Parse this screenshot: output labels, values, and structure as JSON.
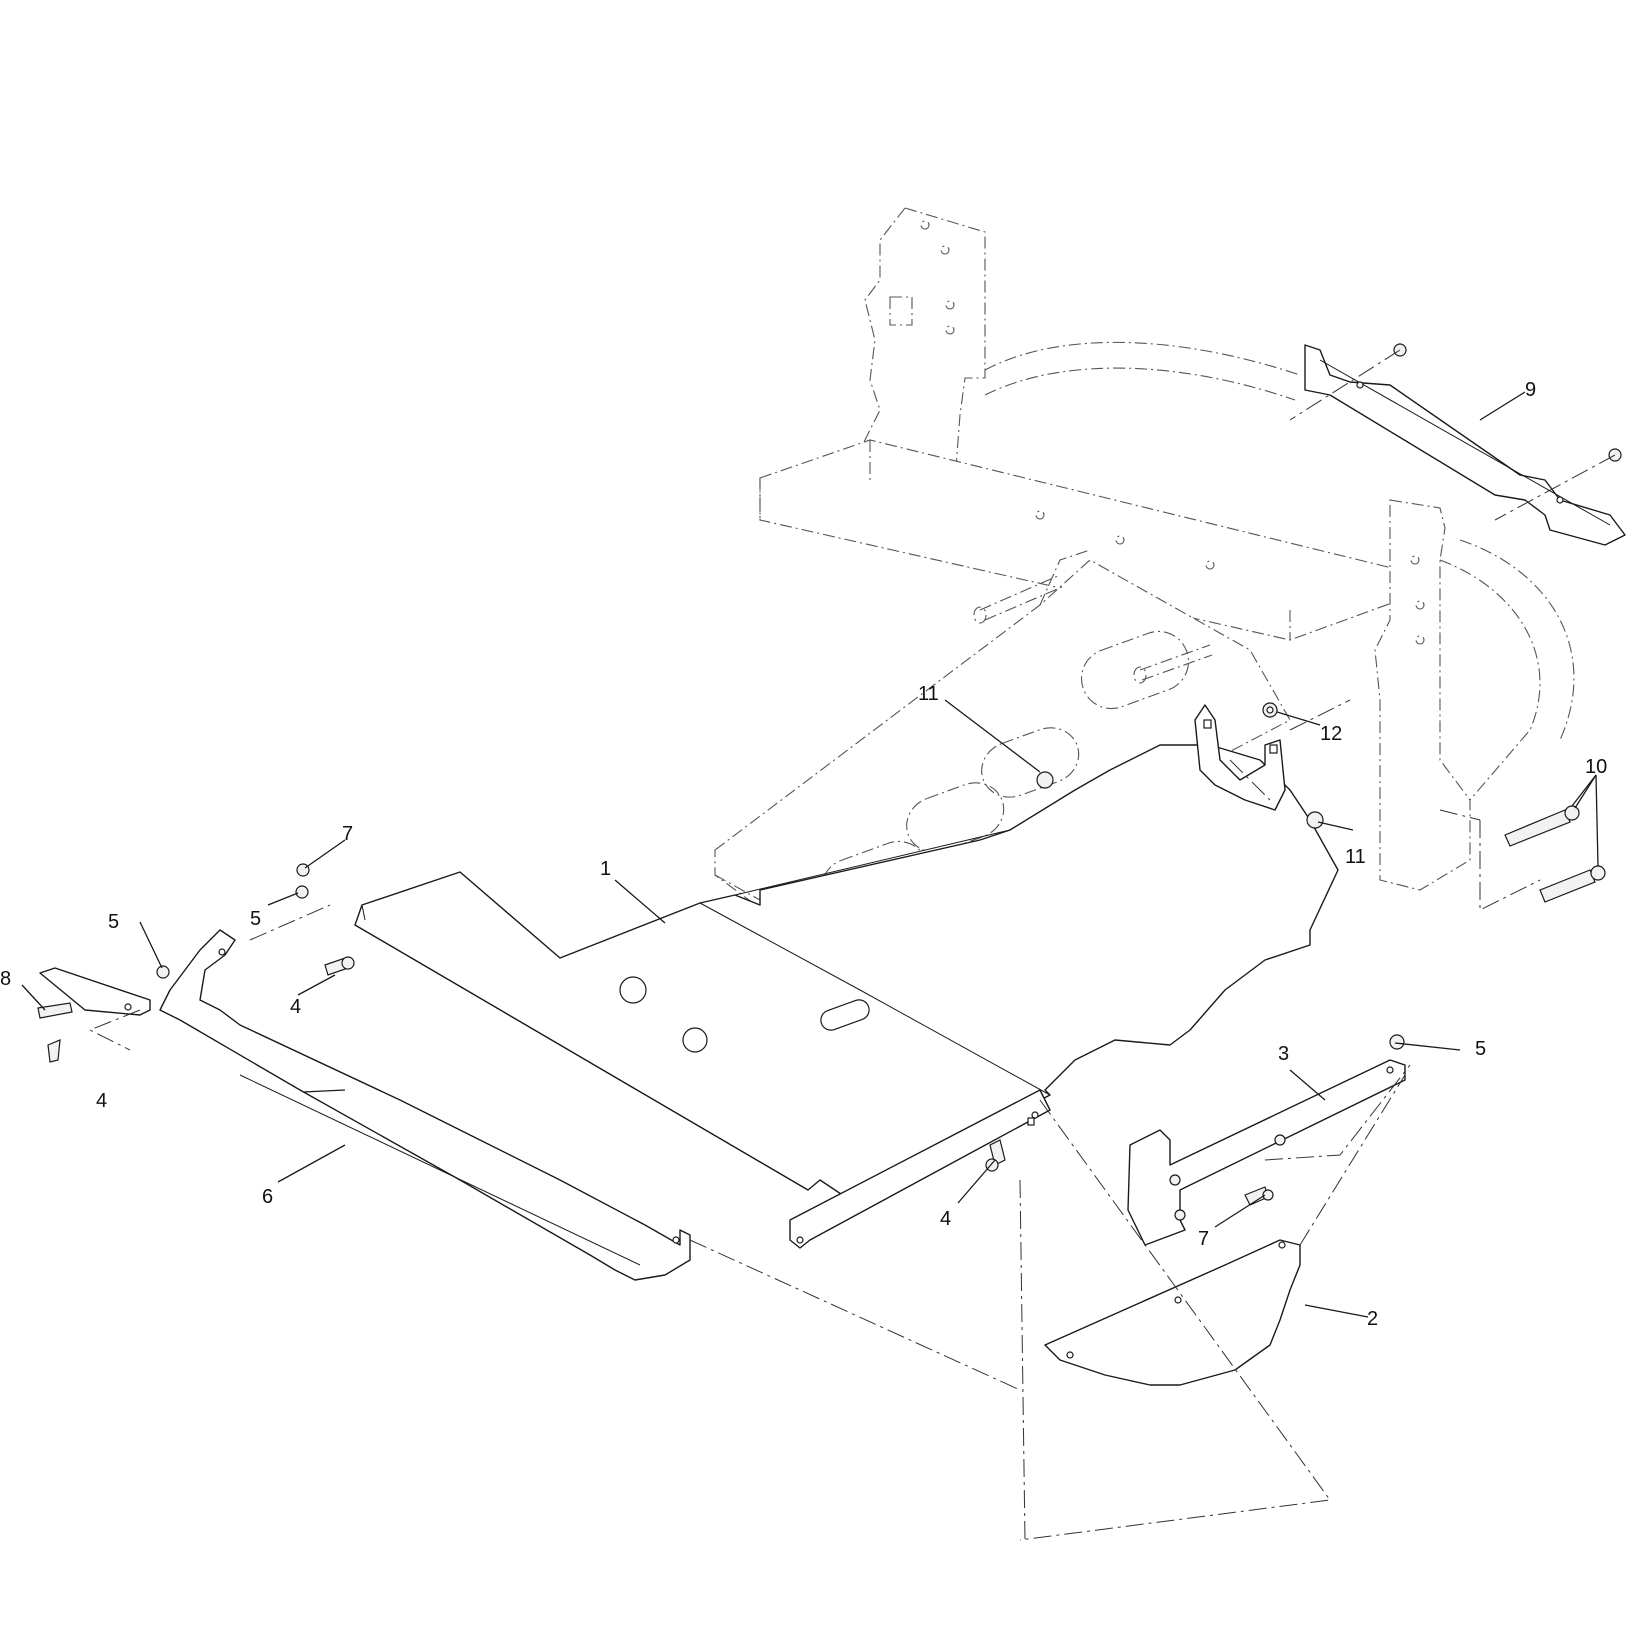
{
  "callouts": {
    "c1": "1",
    "c2": "2",
    "c3": "3",
    "c4a": "4",
    "c4b": "4",
    "c4c": "4",
    "c5a": "5",
    "c5b": "5",
    "c5c": "5",
    "c6": "6",
    "c7a": "7",
    "c7b": "7",
    "c8": "8",
    "c9": "9",
    "c10": "10",
    "c11a": "11",
    "c11b": "11",
    "c12": "12"
  },
  "colors": {
    "line": "#1a1a1a",
    "ghost_line": "#555555",
    "background": "#ffffff"
  }
}
